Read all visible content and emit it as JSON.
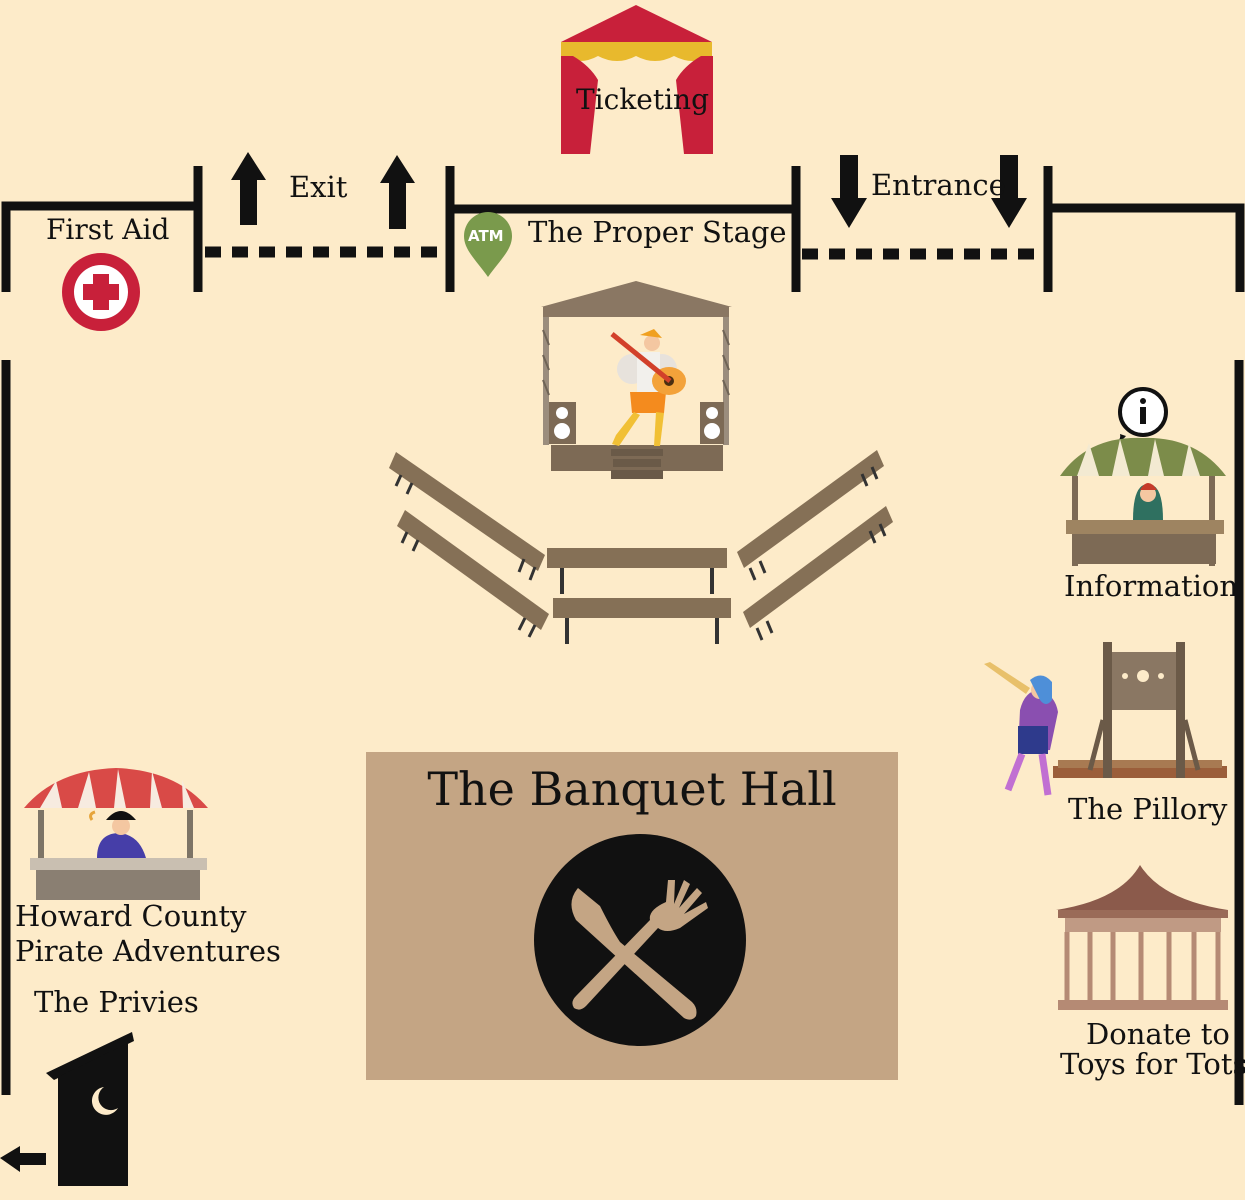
{
  "map": {
    "labels": {
      "ticketing": "Ticketing",
      "exit": "Exit",
      "entrance": "Entrance",
      "first_aid": "First Aid",
      "stage": "The Proper Stage",
      "atm": "ATM",
      "information": "Information",
      "pillory": "The Pillory",
      "banquet_hall": "The Banquet Hall",
      "pirate_line1": "Howard County",
      "pirate_line2": "Pirate  Adventures",
      "privies": "The Privies",
      "toys_line1": "Donate to",
      "toys_line2": "Toys for Tots"
    },
    "icons": {
      "ticketing": "tent-icon",
      "exit": "up-arrow-icon",
      "entrance": "down-arrow-icon",
      "first_aid": "first-aid-cross-icon",
      "atm": "atm-pin-icon",
      "stage": "stage-performer-icon",
      "seating": "bench-icon",
      "information": "info-booth-icon",
      "pillory": "pillory-icon",
      "herald": "trumpeter-icon",
      "banquet": "fork-knife-icon",
      "pirate": "pirate-booth-icon",
      "privies": "outhouse-icon",
      "privies_exit": "left-arrow-icon",
      "toys": "gazebo-icon"
    },
    "colors": {
      "background": "#fdebc9",
      "wall": "#111111",
      "tent_red": "#c8203a",
      "tent_yellow": "#e8b92d",
      "first_aid_red": "#c8203a",
      "atm_green": "#7a9a4c",
      "hall_fill": "#c4a584",
      "wood": "#7d6a55"
    }
  }
}
